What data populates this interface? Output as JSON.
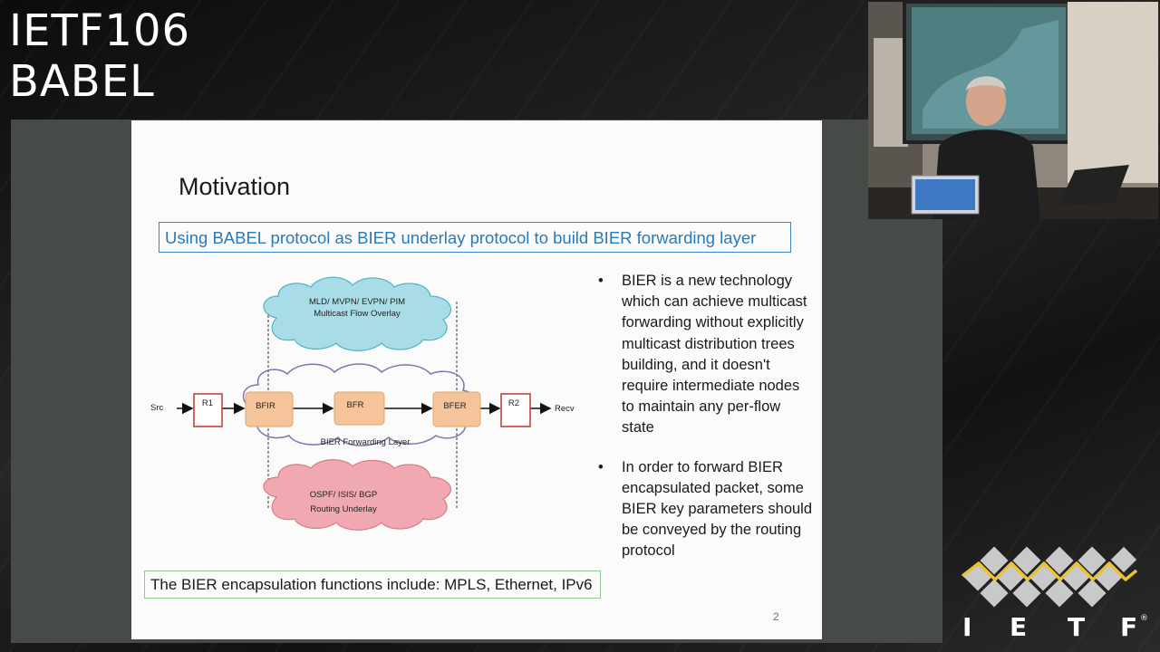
{
  "overlay": {
    "line1": "IETF106",
    "line2": "BABEL"
  },
  "slide": {
    "heading": "Motivation",
    "subtitle": "Using BABEL protocol as BIER underlay protocol to build BIER forwarding layer",
    "bullets": [
      "BIER is a new technology which can achieve multicast forwarding without explicitly multicast distribution trees building, and it doesn't require intermediate nodes to maintain any per-flow state",
      "In order to forward BIER encapsulated packet, some BIER key parameters should be conveyed by the routing protocol"
    ],
    "encapsulation": "The BIER encapsulation functions include: MPLS, Ethernet, IPv6",
    "page_number": "2",
    "diagram": {
      "overlay_cloud_line1": "MLD/ MVPN/ EVPN/ PIM",
      "overlay_cloud_line2": "Multicast Flow Overlay",
      "forwarding_layer_label": "BIER Forwarding Layer",
      "underlay_cloud_line1": "OSPF/ ISIS/ BGP",
      "underlay_cloud_line2": "Routing Underlay",
      "src": "Src",
      "recv": "Recv",
      "r1": "R1",
      "r2": "R2",
      "bfir": "BFIR",
      "bfr": "BFR",
      "bfer": "BFER"
    }
  },
  "logo": {
    "letters": [
      "I",
      "E",
      "T",
      "F"
    ],
    "registered": "®"
  },
  "colors": {
    "overlay_cloud": "#a8dde8",
    "underlay_cloud": "#f0a9b0",
    "forwarding_cloud_border": "#8a6fb3",
    "router_box": "#f5c49a",
    "edge_box_border": "#c0392b",
    "subtitle_border": "#3d86c6",
    "subtitle_text": "#2a7ab8",
    "encapsulation_border": "#8fcb8f",
    "logo_gold": "#e8c33a"
  }
}
